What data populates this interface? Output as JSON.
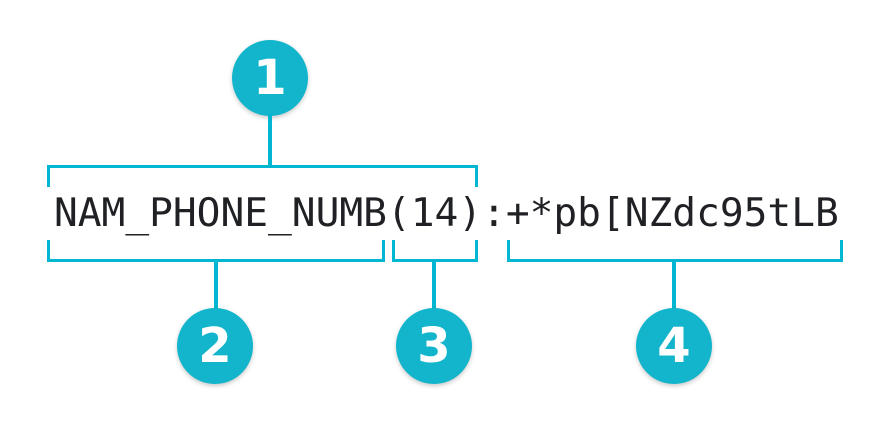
{
  "diagram": {
    "code_string": "NAM_PHONE_NUMB(14):+*pb[NZdc95tLB",
    "callouts": [
      {
        "number": "1",
        "refers_to": "NAM_PHONE_NUMB(14)"
      },
      {
        "number": "2",
        "refers_to": "NAM_PHONE_NUMB"
      },
      {
        "number": "3",
        "refers_to": "(14)"
      },
      {
        "number": "4",
        "refers_to": "+*pb[NZdc95tLB"
      }
    ],
    "colors": {
      "accent": "#12b5cb",
      "connector": "#00b6d0",
      "code_text": "#202124",
      "callout_text": "#ffffff",
      "background": "#ffffff"
    }
  }
}
